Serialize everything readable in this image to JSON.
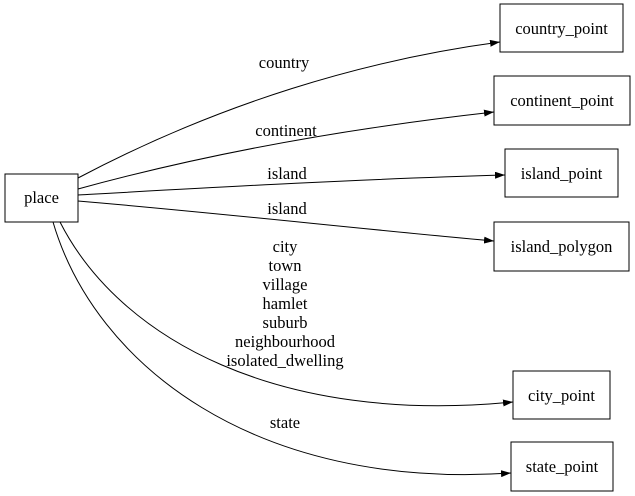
{
  "diagram": {
    "type": "directed-graph",
    "background_color": "#ffffff",
    "node_fill_color": "#ffffff",
    "line_color": "#000000",
    "text_color": "#000000",
    "nodes": [
      {
        "id": "place",
        "label": "place"
      },
      {
        "id": "country_point",
        "label": "country_point"
      },
      {
        "id": "continent_point",
        "label": "continent_point"
      },
      {
        "id": "island_point",
        "label": "island_point"
      },
      {
        "id": "island_polygon",
        "label": "island_polygon"
      },
      {
        "id": "city_point",
        "label": "city_point"
      },
      {
        "id": "state_point",
        "label": "state_point"
      }
    ],
    "edges": [
      {
        "from": "place",
        "to": "country_point",
        "label": "country"
      },
      {
        "from": "place",
        "to": "continent_point",
        "label": "continent"
      },
      {
        "from": "place",
        "to": "island_point",
        "label": "island"
      },
      {
        "from": "place",
        "to": "island_polygon",
        "label": "island"
      },
      {
        "from": "place",
        "to": "city_point",
        "label_lines": [
          "city",
          "town",
          "village",
          "hamlet",
          "suburb",
          "neighbourhood",
          "isolated_dwelling"
        ]
      },
      {
        "from": "place",
        "to": "state_point",
        "label": "state"
      }
    ]
  }
}
